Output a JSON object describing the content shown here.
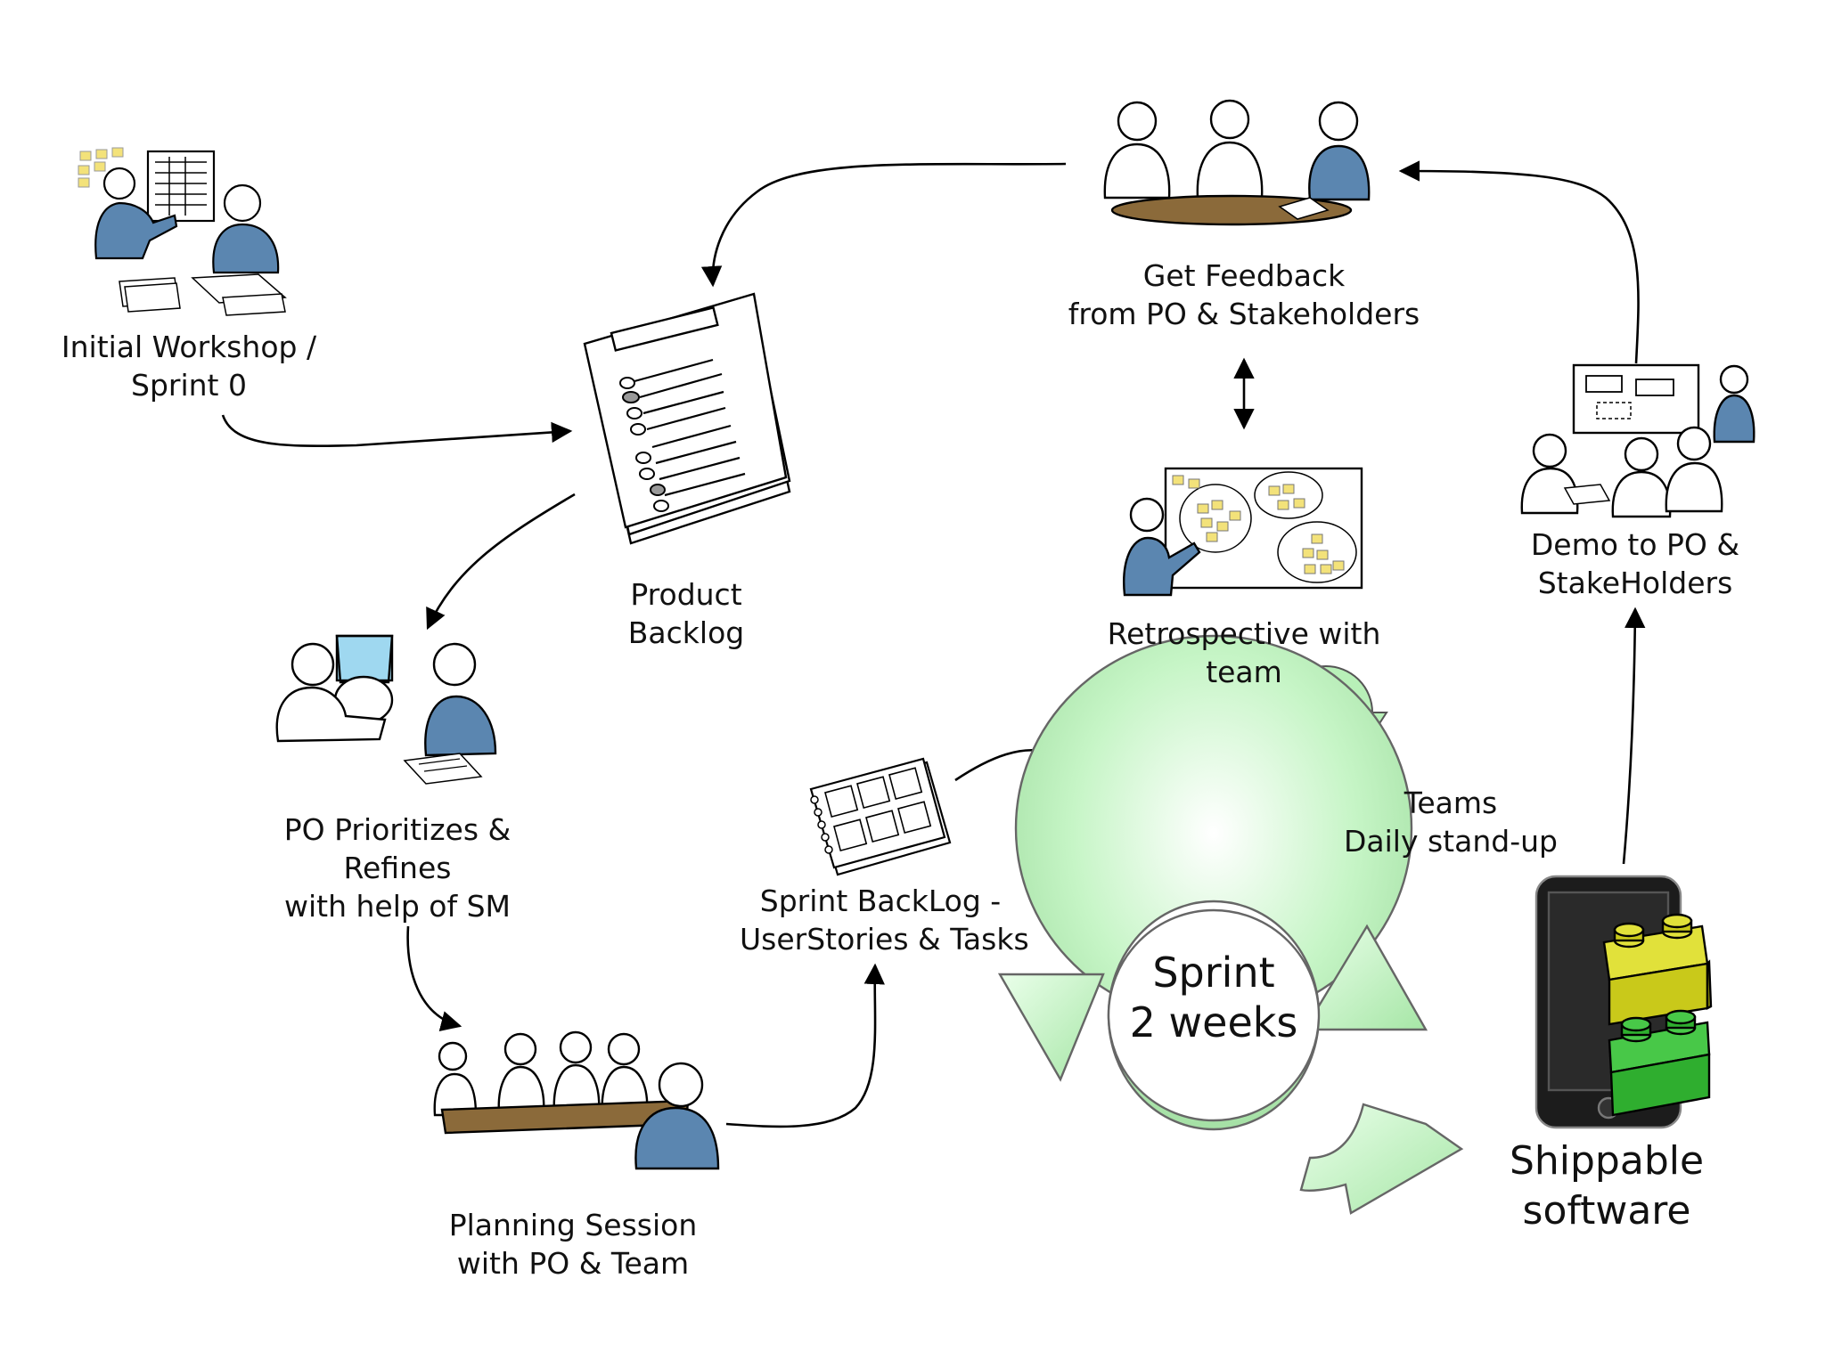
{
  "nodes": {
    "initial_workshop": {
      "lines": [
        "Initial Workshop /",
        "Sprint 0"
      ]
    },
    "product_backlog": {
      "lines": [
        "Product",
        "Backlog"
      ]
    },
    "feedback": {
      "lines": [
        "Get Feedback",
        "from PO & Stakeholders"
      ]
    },
    "retrospective": {
      "lines": [
        "Retrospective with",
        "team"
      ]
    },
    "demo": {
      "lines": [
        "Demo to PO &",
        "StakeHolders"
      ]
    },
    "prioritizes": {
      "lines": [
        "PO Prioritizes &",
        "Refines",
        "with help of SM"
      ]
    },
    "planning": {
      "lines": [
        "Planning Session",
        "with PO & Team"
      ]
    },
    "sprint_backlog": {
      "lines": [
        "Sprint BackLog -",
        "UserStories & Tasks"
      ]
    },
    "daily_standup": {
      "lines": [
        "Teams",
        "Daily stand-up"
      ]
    },
    "sprint": {
      "lines": [
        "Sprint",
        "2 weeks"
      ]
    },
    "shippable": {
      "lines": [
        "Shippable",
        "software"
      ]
    }
  },
  "colors": {
    "person_blue": "#5b86b0",
    "table_brown": "#8b6a3a",
    "sticky_yellow": "#f3e27a",
    "cycle_green": "#b8f0b8",
    "screen_blue": "#9fd8f0",
    "lego_yellow": "#c9c91a",
    "lego_green": "#2fae2f",
    "phone_black": "#1c1c1c"
  },
  "icons": [
    "whiteboard-workshop-icon",
    "document-list-icon",
    "team-table-icon",
    "sticky-board-icon",
    "presentation-icon",
    "computer-meeting-icon",
    "notebook-icon",
    "phone-lego-icon",
    "cycle-arrow-icon"
  ]
}
